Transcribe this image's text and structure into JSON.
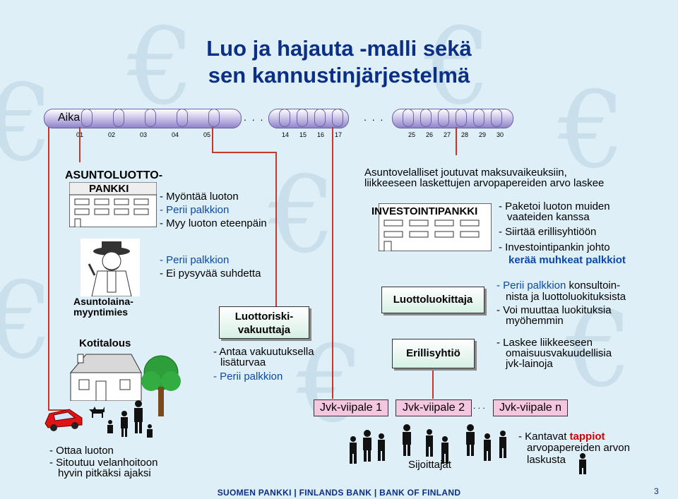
{
  "title_lines": [
    "Luo ja hajauta -malli sekä",
    "sen kannustinjärjestelmä"
  ],
  "timeline": {
    "label": "Aika",
    "ticks_a": [
      "01",
      "02",
      "03",
      "04",
      "05"
    ],
    "ticks_b": [
      "14",
      "15",
      "16",
      "17"
    ],
    "ticks_c": [
      "25",
      "26",
      "27",
      "28",
      "29",
      "30"
    ],
    "dots": ". . ."
  },
  "bank": {
    "name_line1": "ASUNTOLUOTTO-",
    "name_line2": "PANKKI",
    "lines": [
      "- Myöntää luoton",
      "- Perii palkkion",
      "- Myy luoton eteenpäin"
    ]
  },
  "seller": {
    "name_line1": "Asuntolaina-",
    "name_line2": "myyntimies",
    "lines": [
      "- Perii palkkion",
      "- Ei pysyvää suhdetta"
    ]
  },
  "insurer": {
    "name_line1": "Luottoriski-",
    "name_line2": "vakuuttaja",
    "lines": [
      "- Antaa vakuutuksella",
      "lisäturvaa",
      "- Perii palkkion"
    ]
  },
  "household": {
    "name": "Kotitalous",
    "lines": [
      "- Ottaa luoton",
      "- Sitoutuu velanhoitoon",
      "hyvin pitkäksi ajaksi"
    ]
  },
  "crisis": {
    "lines": [
      "Asuntovelalliset joutuvat maksuvaikeuksiin,",
      "liikkeeseen laskettujen arvopapereiden arvo laskee"
    ]
  },
  "investment_bank": {
    "name": "INVESTOINTIPANKKI",
    "lines": [
      "- Paketoi luoton muiden",
      "vaateiden kanssa",
      "- Siirtää erillisyhtiöön",
      "- Investointipankin johto",
      "kerää muhkeat palkkiot"
    ]
  },
  "rating": {
    "name": "Luottoluokittaja",
    "line1_a": "- Perii palkkion",
    "line1_b": " konsultoin-",
    "line2": "nista ja luottoluokituksista",
    "line3": "- Voi muuttaa luokituksia",
    "line4": "myöhemmin"
  },
  "spv": {
    "name": "Erillisyhtiö",
    "lines": [
      "- Laskee liikkeeseen",
      "omaisuusvakuudellisia",
      "jvk-lainoja"
    ]
  },
  "tranches": [
    "Jvk-viipale 1",
    "Jvk-viipale 2",
    "Jvk-viipale n"
  ],
  "tranche_dots": ". . .",
  "investors": {
    "name": "Sijoittajat",
    "line1_a": "- Kantavat ",
    "line1_b": "tappiot",
    "line2": "arvopapereiden arvon",
    "line3": "laskusta"
  },
  "footer": "SUOMEN PANKKI | FINLANDS BANK | BANK OF FINLAND",
  "page_number": "3",
  "colors": {
    "title": "#0a2f85",
    "accent_blue": "#0a4aa8",
    "connector": "#c0392b",
    "loss": "#d60000",
    "tranche": "#f5c6e0"
  }
}
